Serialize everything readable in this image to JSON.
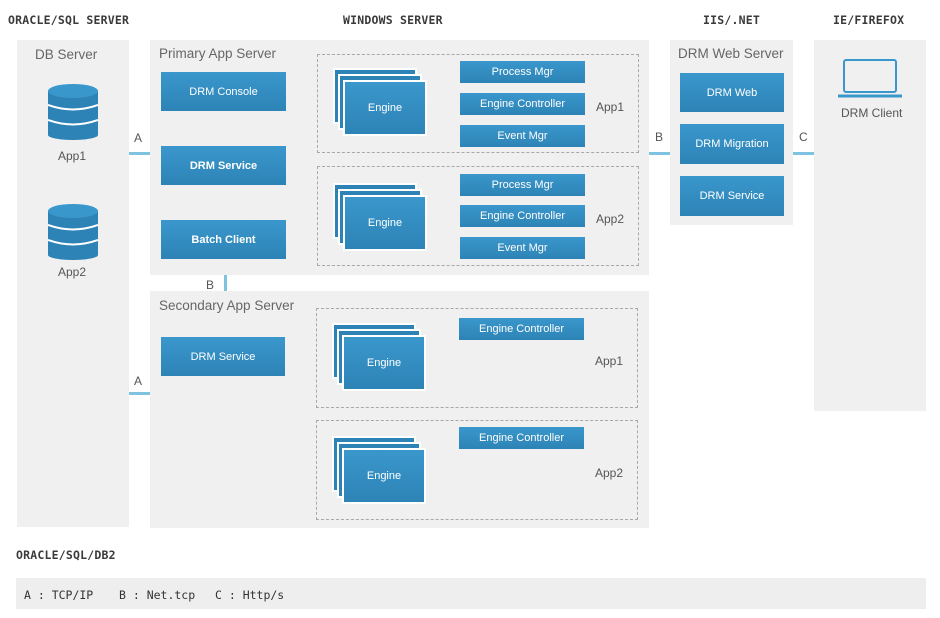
{
  "headers": {
    "oracle_sql_server": "ORACLE/SQL SERVER",
    "windows_server": "WINDOWS SERVER",
    "iis_net": "IIS/.NET",
    "ie_firefox": "IE/FIREFOX"
  },
  "db_server": {
    "title": "DB Server",
    "app1": "App1",
    "app2": "App2"
  },
  "primary": {
    "title": "Primary App Server",
    "drm_console": "DRM Console",
    "drm_service": "DRM Service",
    "batch_client": "Batch Client",
    "group1": {
      "engine": "Engine",
      "process_mgr": "Process Mgr",
      "engine_controller": "Engine Controller",
      "event_mgr": "Event Mgr",
      "app": "App1"
    },
    "group2": {
      "engine": "Engine",
      "process_mgr": "Process Mgr",
      "engine_controller": "Engine Controller",
      "event_mgr": "Event Mgr",
      "app": "App2"
    }
  },
  "secondary": {
    "title": "Secondary App Server",
    "drm_service": "DRM Service",
    "group1": {
      "engine": "Engine",
      "engine_controller": "Engine Controller",
      "app": "App1"
    },
    "group2": {
      "engine": "Engine",
      "engine_controller": "Engine Controller",
      "app": "App2"
    }
  },
  "web_server": {
    "title": "DRM Web Server",
    "drm_web": "DRM Web",
    "drm_migration": "DRM Migration",
    "drm_service": "DRM Service"
  },
  "client": {
    "label": "DRM Client"
  },
  "connectors": {
    "a1": "A",
    "a2": "A",
    "b_vertical": "B",
    "b_web": "B",
    "c": "C"
  },
  "footer_title": "ORACLE/SQL/DB2",
  "legend": {
    "a": "A : TCP/IP",
    "b": "B : Net.tcp",
    "c": "C : Http/s"
  },
  "colors": {
    "button": "#2d83b6",
    "connector": "#7fc3e0",
    "panel": "#f0f0f1"
  }
}
